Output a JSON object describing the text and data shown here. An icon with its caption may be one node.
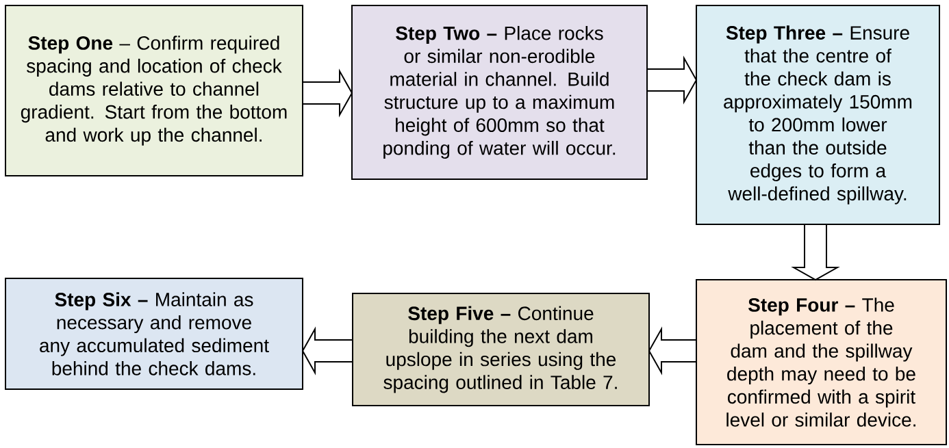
{
  "diagram": {
    "nodes": [
      {
        "text": [
          "Step One",
          "– Confirm required spacing and location of check dams relative to channel gradient. Start from the bottom and work up the channel."
        ]
      },
      {
        "text": [
          "Step Two –",
          "Place rocks or similar non-erodible material in channel. Build structure up to a maximum height of 600mm so that ponding of water will occur."
        ]
      },
      {
        "text": [
          "Step Three –",
          "Ensure that the centre of the check dam is approximately 150mm to 200mm lower than the outside edges to form a well-defined spillway."
        ]
      },
      {
        "text": [
          "Step Four –",
          "The placement of the dam and the spillway depth may need to be confirmed with a spirit level or similar device."
        ]
      },
      {
        "text": [
          "Step Five –",
          "Continue building the next dam upslope in series using the spacing outlined in Table 7."
        ]
      },
      {
        "text": [
          "Step Six –",
          "Maintain as necessary and remove any accumulated sediment behind the check dams."
        ]
      }
    ],
    "edges": [
      {
        "from": 0,
        "to": 1,
        "arrow": "to"
      },
      {
        "from": 1,
        "to": 2,
        "arrow": "to"
      },
      {
        "from": 2,
        "to": 3,
        "arrow": "to"
      },
      {
        "from": 3,
        "to": 4,
        "arrow": "to"
      },
      {
        "from": 4,
        "to": 5,
        "arrow": "to"
      }
    ]
  }
}
